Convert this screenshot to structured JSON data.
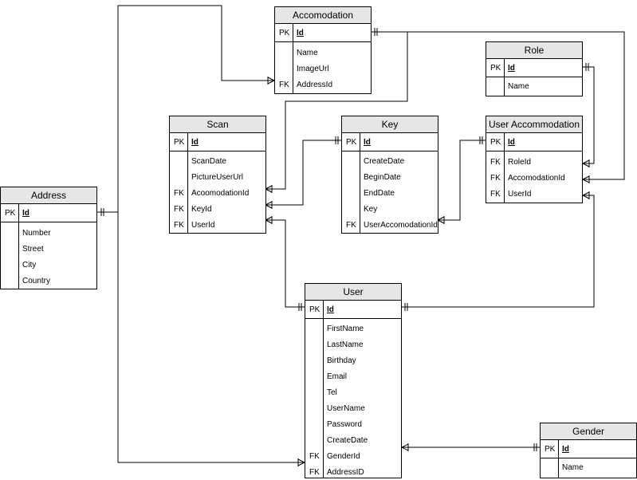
{
  "entities": {
    "accomodation": {
      "title": "Accomodation",
      "pk": {
        "key": "PK",
        "name": "Id"
      },
      "fields": [
        {
          "key": "",
          "name": "Name"
        },
        {
          "key": "",
          "name": "ImageUrl"
        },
        {
          "key": "FK",
          "name": "AddressId"
        }
      ]
    },
    "role": {
      "title": "Role",
      "pk": {
        "key": "PK",
        "name": "Id"
      },
      "fields": [
        {
          "key": "",
          "name": "Name"
        }
      ]
    },
    "scan": {
      "title": "Scan",
      "pk": {
        "key": "PK",
        "name": "Id"
      },
      "fields": [
        {
          "key": "",
          "name": "ScanDate"
        },
        {
          "key": "",
          "name": "PictureUserUrl"
        },
        {
          "key": "FK",
          "name": "AcoomodationId"
        },
        {
          "key": "FK",
          "name": "KeyId"
        },
        {
          "key": "FK",
          "name": "UserId"
        }
      ]
    },
    "key": {
      "title": "Key",
      "pk": {
        "key": "PK",
        "name": "Id"
      },
      "fields": [
        {
          "key": "",
          "name": "CreateDate"
        },
        {
          "key": "",
          "name": "BeginDate"
        },
        {
          "key": "",
          "name": "EndDate"
        },
        {
          "key": "",
          "name": "Key"
        },
        {
          "key": "FK",
          "name": "UserAccomodationId"
        }
      ]
    },
    "user_accommodation": {
      "title": "User Accommodation",
      "pk": {
        "key": "PK",
        "name": "Id"
      },
      "fields": [
        {
          "key": "FK",
          "name": "RoleId"
        },
        {
          "key": "FK",
          "name": "AccomodationId"
        },
        {
          "key": "FK",
          "name": "UserId"
        }
      ]
    },
    "address": {
      "title": "Address",
      "pk": {
        "key": "PK",
        "name": "Id"
      },
      "fields": [
        {
          "key": "",
          "name": "Number"
        },
        {
          "key": "",
          "name": "Street"
        },
        {
          "key": "",
          "name": "City"
        },
        {
          "key": "",
          "name": "Country"
        }
      ]
    },
    "user": {
      "title": "User",
      "pk": {
        "key": "PK",
        "name": "Id"
      },
      "fields": [
        {
          "key": "",
          "name": "FirstName"
        },
        {
          "key": "",
          "name": "LastName"
        },
        {
          "key": "",
          "name": "Birthday"
        },
        {
          "key": "",
          "name": "Email"
        },
        {
          "key": "",
          "name": "Tel"
        },
        {
          "key": "",
          "name": "UserName"
        },
        {
          "key": "",
          "name": "Password"
        },
        {
          "key": "",
          "name": "CreateDate"
        },
        {
          "key": "FK",
          "name": "GenderId"
        },
        {
          "key": "FK",
          "name": "AddressID"
        }
      ]
    },
    "gender": {
      "title": "Gender",
      "pk": {
        "key": "PK",
        "name": "Id"
      },
      "fields": [
        {
          "key": "",
          "name": "Name"
        }
      ]
    }
  },
  "relationships": [
    {
      "from": "accomodation.AddressId",
      "to": "address.Id"
    },
    {
      "from": "scan.AcoomodationId",
      "to": "accomodation.Id"
    },
    {
      "from": "scan.KeyId",
      "to": "key.Id"
    },
    {
      "from": "scan.UserId",
      "to": "user.Id"
    },
    {
      "from": "key.UserAccomodationId",
      "to": "user_accommodation.Id"
    },
    {
      "from": "user_accommodation.RoleId",
      "to": "role.Id"
    },
    {
      "from": "user_accommodation.AccomodationId",
      "to": "accomodation.Id"
    },
    {
      "from": "user_accommodation.UserId",
      "to": "user.Id"
    },
    {
      "from": "user.GenderId",
      "to": "gender.Id"
    },
    {
      "from": "user.AddressID",
      "to": "address.Id"
    }
  ]
}
